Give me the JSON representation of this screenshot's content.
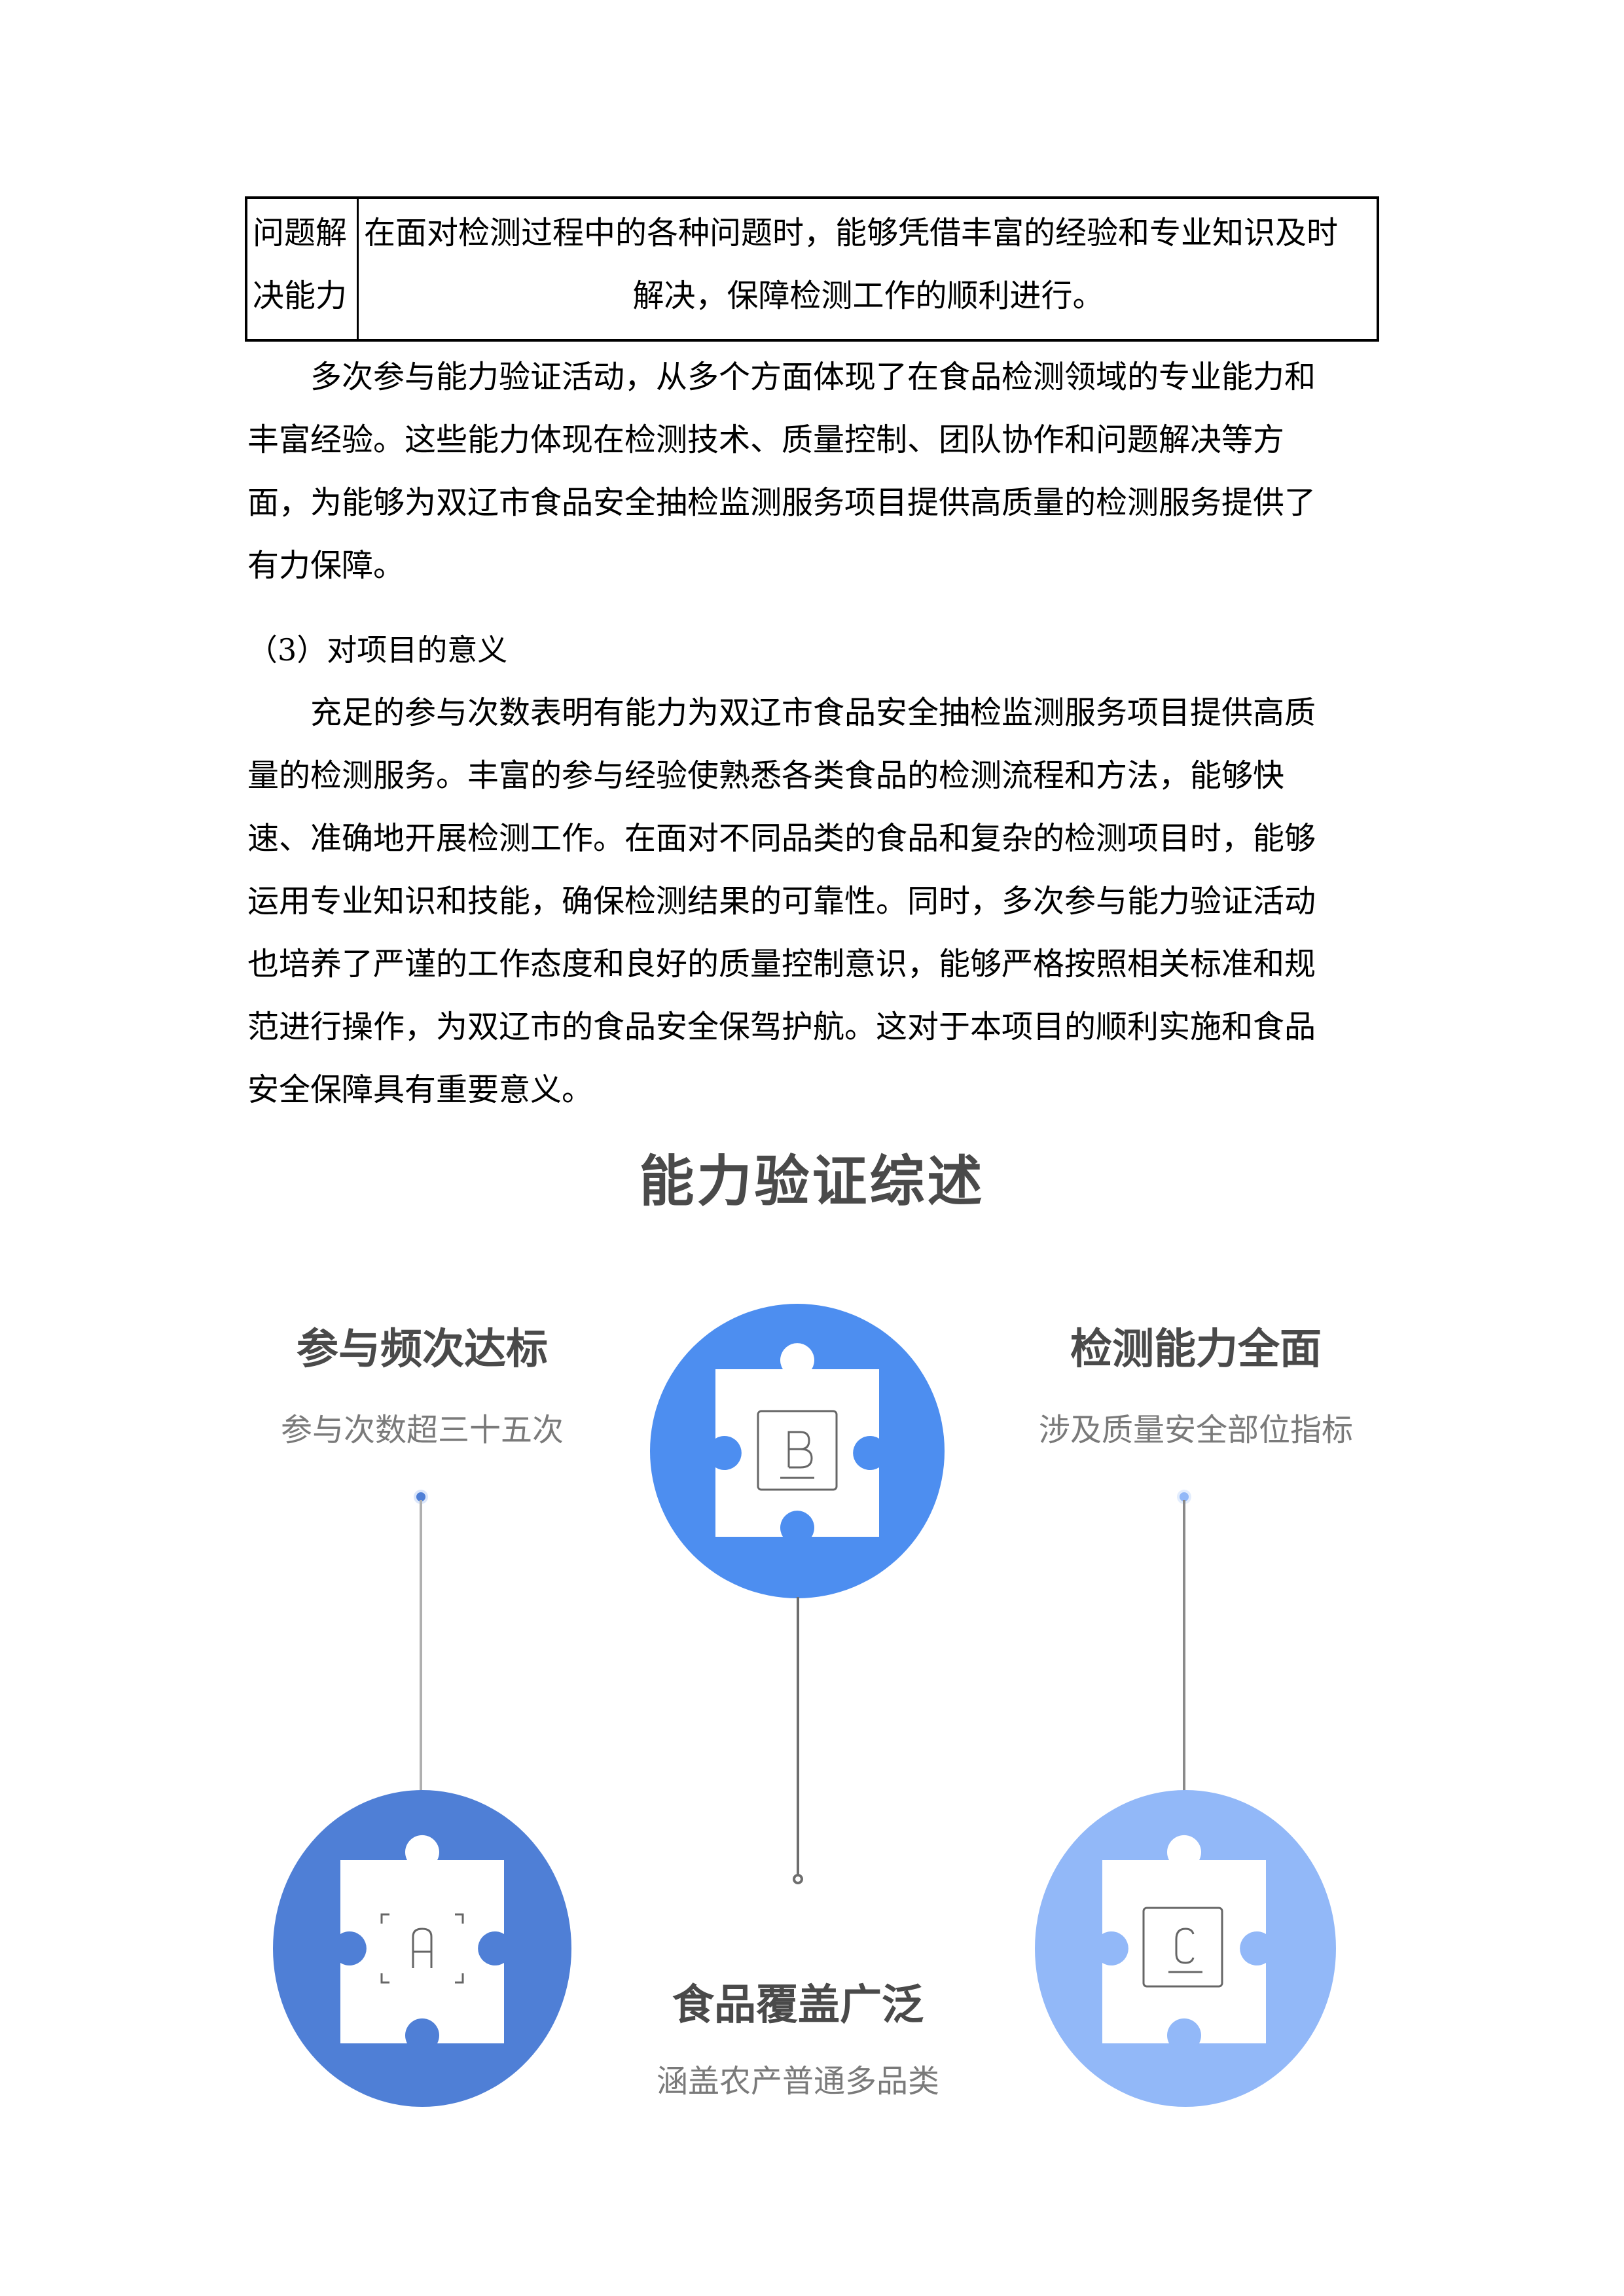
{
  "table": {
    "rows": [
      {
        "label_lines": [
          "问题解",
          "决能力"
        ],
        "content_lines": [
          "在面对检测过程中的各种问题时，能够凭借丰富的经验和专业知识及时",
          "解决，保障检测工作的顺利进行。"
        ]
      }
    ]
  },
  "paragraph1": {
    "lines": [
      "多次参与能力验证活动，从多个方面体现了在食品检测领域的专业能力和",
      "丰富经验。这些能力体现在检测技术、质量控制、团队协作和问题解决等方",
      "面，为能够为双辽市食品安全抽检监测服务项目提供高质量的检测服务提供了",
      "有力保障。"
    ]
  },
  "section_heading": "（3）对项目的意义",
  "paragraph2": {
    "lines": [
      "充足的参与次数表明有能力为双辽市食品安全抽检监测服务项目提供高质",
      "量的检测服务。丰富的参与经验使熟悉各类食品的检测流程和方法，能够快",
      "速、准确地开展检测工作。在面对不同品类的食品和复杂的检测项目时，能够",
      "运用专业知识和技能，确保检测结果的可靠性。同时，多次参与能力验证活动",
      "也培养了严谨的工作态度和良好的质量控制意识，能够严格按照相关标准和规",
      "范进行操作，为双辽市的食品安全保驾护航。这对于本项目的顺利实施和食品",
      "安全保障具有重要意义。"
    ]
  },
  "infographic": {
    "title": "能力验证综述",
    "cards": [
      {
        "id": "A",
        "letter": "A",
        "title": "参与频次达标",
        "subtitle": "参与次数超三十五次",
        "color": "#4f7fd6",
        "icon": "puzzle-piece-icon"
      },
      {
        "id": "B",
        "letter": "B",
        "title": "食品覆盖广泛",
        "subtitle": "涵盖农产普通多品类",
        "color": "#4d8ef0",
        "icon": "puzzle-piece-icon"
      },
      {
        "id": "C",
        "letter": "C",
        "title": "检测能力全面",
        "subtitle": "涉及质量安全部位指标",
        "color": "#92b8f8",
        "icon": "puzzle-piece-icon"
      }
    ],
    "line_color": "#8e8e8e",
    "text_dark": "#4a4a4a",
    "text_light": "#7a7a7a"
  }
}
